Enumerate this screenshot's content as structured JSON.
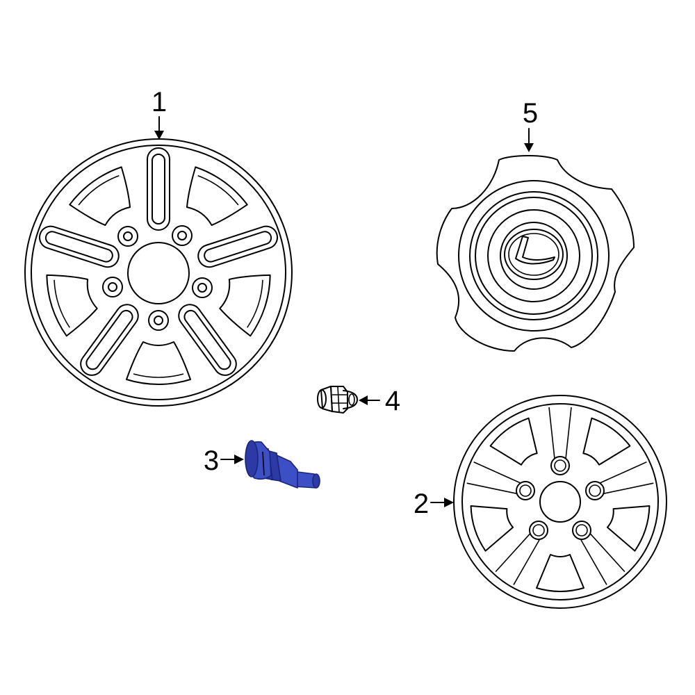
{
  "callouts": [
    {
      "number": "1",
      "part": "wheel-1"
    },
    {
      "number": "2",
      "part": "wheel-2"
    },
    {
      "number": "3",
      "part": "valve-stem"
    },
    {
      "number": "4",
      "part": "lug-nut"
    },
    {
      "number": "5",
      "part": "center-cap"
    }
  ],
  "highlighted_part": "3",
  "colors": {
    "line": "#000000",
    "background": "#ffffff",
    "highlight": "#3d4fc4"
  },
  "icons": {
    "center_cap_logo": "lexus-logo-icon"
  }
}
